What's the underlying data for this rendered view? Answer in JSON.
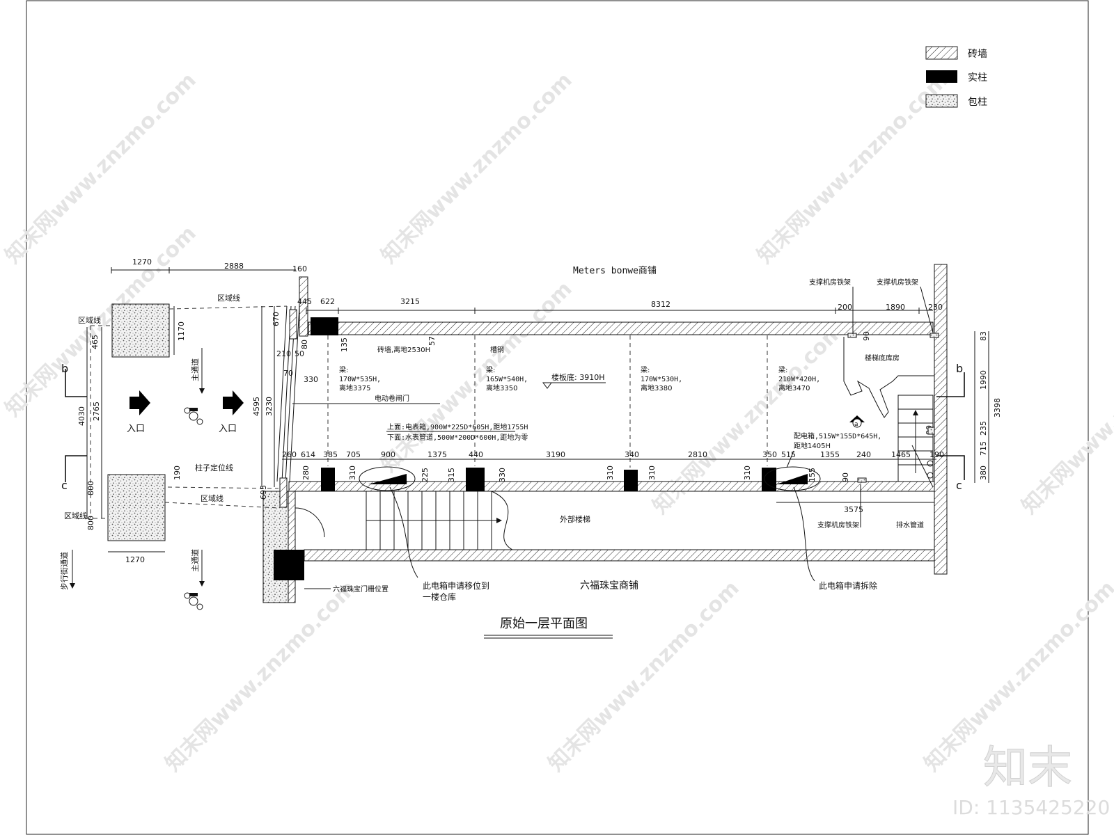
{
  "legend": {
    "brick_wall": "砖墙",
    "solid_column": "实柱",
    "wrapped_column": "包柱"
  },
  "title": "原始一层平面图",
  "shops": {
    "top": "Meters bonwe商铺",
    "bottom": "六福珠宝商铺"
  },
  "labels": {
    "zone_line": "区域线",
    "main_passage": "主通道",
    "entrance": "入口",
    "column_positioning_line": "柱子定位线",
    "pedestrian_street": "步行街通道",
    "brick_wall_height": "砖墙,离地2530H",
    "channel_steel": "槽钢",
    "beam": "梁:",
    "beam1_size": "170W*535H,",
    "beam1_height": "离地3375",
    "beam2_size": "165W*540H,",
    "beam2_height": "离地3350",
    "slab_bottom": "楼板底: 3910H",
    "beam3_size": "170W*530H,",
    "beam3_height": "离地3380",
    "beam4_size": "210W*420H,",
    "beam4_height": "离地3470",
    "rolling_door": "电动卷闸门",
    "upper_note": "上面:电表箱,900W*225D*605H,距地1755H",
    "lower_note": "下面:水表管道,500W*200D*600H,距地为零",
    "dist_box": "配电箱,515W*155D*645H,",
    "dist_box_height": "距地1405H",
    "support_frame": "支撑机房铁架",
    "stair_storage": "楼梯底库房",
    "exterior_stairs": "外部楼梯",
    "drain_pipe": "排水管道",
    "gate_position": "六福珠宝门栅位置",
    "move_box_1": "此电箱申请移位到",
    "move_box_2": "一楼仓库",
    "remove_box": "此电箱申请拆除",
    "section_b": "b",
    "section_c": "c",
    "section_a": "a"
  },
  "dims": {
    "top_left": [
      "1270",
      "2888",
      "160"
    ],
    "top_wall": [
      "445",
      "622",
      "3215",
      "8312",
      "200",
      "1890",
      "230"
    ],
    "left_vert": [
      "465",
      "1170",
      "4030",
      "2765",
      "4595",
      "3230",
      "800",
      "800",
      "695"
    ],
    "entry": [
      "670",
      "210",
      "50",
      "80",
      "70",
      "330",
      "135",
      "57"
    ],
    "col_row": [
      "260",
      "614",
      "385",
      "705",
      "900",
      "1375",
      "440",
      "3190",
      "340",
      "2810",
      "350",
      "515",
      "1355",
      "240",
      "1465",
      "190"
    ],
    "col_depth": [
      "280",
      "310",
      "225",
      "315",
      "330",
      "310",
      "310",
      "310",
      "155",
      "90",
      "90"
    ],
    "right_vert": [
      "83",
      "1990",
      "3398",
      "235",
      "715",
      "380"
    ],
    "misc": [
      "3575",
      "90",
      "190",
      "1270"
    ]
  },
  "watermark": {
    "text": "知末网www.znzmo.com",
    "logo": "知末",
    "id": "ID: 1135425220"
  },
  "colors": {
    "line": "#111111",
    "watermark": "#e4e4e4",
    "column_fill": "#000000"
  }
}
